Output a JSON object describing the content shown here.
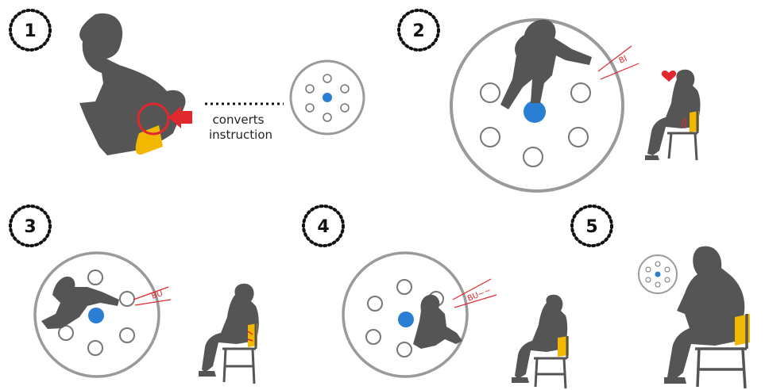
{
  "colors": {
    "silhouette": "#555555",
    "cushion": "#f2b800",
    "accent_red": "#e0282e",
    "button_blue": "#2a7fd4",
    "board_outline": "#9a9a9a"
  },
  "steps": [
    {
      "number": "1"
    },
    {
      "number": "2"
    },
    {
      "number": "3"
    },
    {
      "number": "4"
    },
    {
      "number": "5"
    }
  ],
  "captions": {
    "line1": "converts",
    "line2": "instruction"
  },
  "sound_effects": {
    "step2": "BI",
    "step3": "BU",
    "step4": "BU~~"
  },
  "icons": {
    "heart": "heart-icon",
    "arrow": "red-arrow-icon"
  }
}
